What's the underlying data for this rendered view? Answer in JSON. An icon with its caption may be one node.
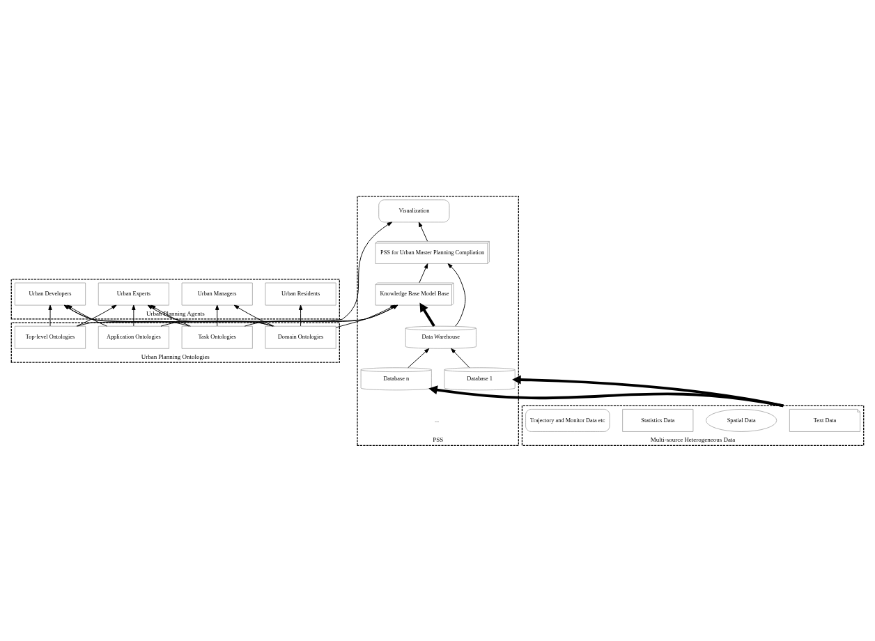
{
  "diagram": {
    "nodes": [
      {
        "text": [
          "Urban Planning Agents"
        ]
      },
      {
        "text": [
          "Urban Residents"
        ],
        "in": 0
      },
      {
        "text": [
          "Urban Managers"
        ],
        "in": 0
      },
      {
        "text": [
          "Urban Developers"
        ],
        "in": 0
      },
      {
        "text": [
          "Urban Experts"
        ],
        "in": 0
      },
      {
        "text": [
          "Urban Planning Ontologies"
        ]
      },
      {
        "text": [
          "Top-level Ontologies"
        ],
        "in": 5
      },
      {
        "text": [
          "Domain Ontologies"
        ],
        "in": 5
      },
      {
        "text": [
          "Task Ontologies"
        ],
        "in": 5
      },
      {
        "text": [
          "Application Ontologies"
        ],
        "in": 5
      },
      {
        "text": [
          "PSS"
        ]
      },
      {
        "text": [
          "Visualization"
        ],
        "in": 10
      },
      {
        "text": [
          "PSS for Urban Master Planning Compliation"
        ],
        "in": 10
      },
      {
        "text": [
          "Knowledge Base Model Base"
        ],
        "in": 10
      },
      {
        "text": [
          "Data Warehouse"
        ],
        "in": 10
      },
      {
        "text": [
          "Database 1"
        ],
        "in": 10
      },
      {
        "text": [
          "Database n"
        ],
        "in": 10
      },
      {
        "text": [
          "Multi-source Heterogeneous Data"
        ]
      },
      {
        "text": [
          "Text Data"
        ],
        "in": 17
      },
      {
        "text": [
          "Spatial Data"
        ],
        "in": 17
      },
      {
        "text": [
          "Statistics Data"
        ],
        "in": 17
      },
      {
        "text": [
          "Trajectory and Monitor Data etc"
        ],
        "in": 17
      }
    ],
    "edges": [
      {
        "from": 6,
        "to": 3,
        "arrow": "to"
      },
      {
        "from": 6,
        "to": 4,
        "arrow": "to"
      },
      {
        "from": 7,
        "to": 1,
        "arrow": "to"
      },
      {
        "from": 7,
        "to": 2,
        "arrow": "to"
      },
      {
        "from": 7,
        "to": 3,
        "arrow": "to"
      },
      {
        "from": 7,
        "to": 4,
        "arrow": "to"
      },
      {
        "from": 8,
        "to": 2,
        "arrow": "to"
      },
      {
        "from": 8,
        "to": 3,
        "arrow": "to"
      },
      {
        "from": 8,
        "to": 4,
        "arrow": "to"
      },
      {
        "from": 9,
        "to": 3,
        "arrow": "to"
      },
      {
        "from": 9,
        "to": 4,
        "arrow": "to"
      },
      {
        "from": 6,
        "to": 11,
        "arrow": "to"
      },
      {
        "from": 7,
        "to": 13,
        "arrow": "to"
      },
      {
        "from": 8,
        "to": 13,
        "arrow": "to"
      },
      {
        "from": 9,
        "to": 13,
        "arrow": "to"
      },
      {
        "from": 12,
        "to": 11,
        "arrow": "to"
      },
      {
        "from": 13,
        "to": 12,
        "arrow": "to"
      },
      {
        "from": 14,
        "to": 12,
        "arrow": "to"
      },
      {
        "from": 14,
        "to": 13,
        "arrow": "to",
        "style": "thick"
      },
      {
        "from": 15,
        "to": 14,
        "arrow": "to"
      },
      {
        "from": 16,
        "to": 14,
        "arrow": "to"
      },
      {
        "from": 17,
        "to": 15,
        "arrow": "to",
        "style": "thick"
      },
      {
        "from": 17,
        "to": 16,
        "arrow": "to",
        "style": "thick"
      }
    ],
    "labels": [
      "..."
    ]
  }
}
